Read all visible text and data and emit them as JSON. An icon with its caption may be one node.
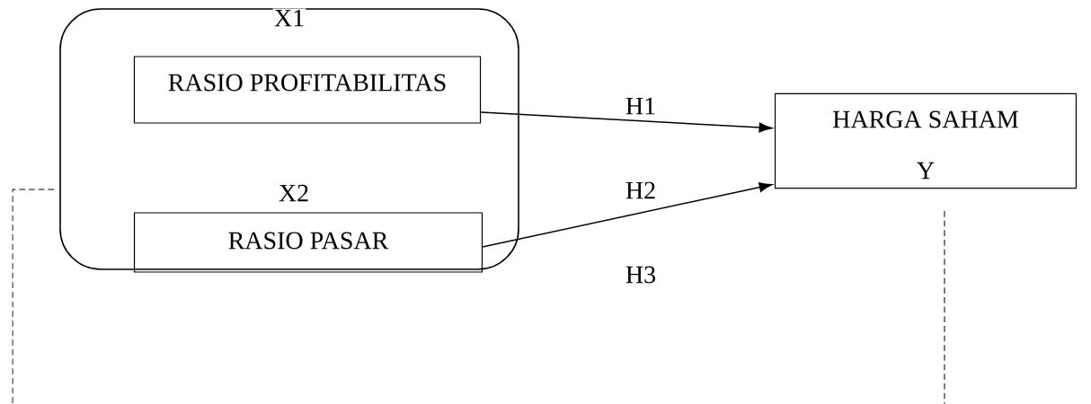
{
  "diagram": {
    "nodes": [
      {
        "text": [
          "X1"
        ]
      },
      {
        "text": [
          "RASIO PROFITABILITAS"
        ],
        "in": 0
      },
      {
        "text": [
          "RASIO PASAR"
        ],
        "beside": [
          "X2"
        ],
        "in": 0
      },
      {
        "text": [
          "HARGA SAHAM",
          "Y"
        ]
      }
    ],
    "edges": [
      {
        "from": 1,
        "to": 3,
        "arrow": "to",
        "label": "H1"
      },
      {
        "from": 2,
        "to": 3,
        "arrow": "to",
        "label": "H2"
      }
    ],
    "labels": [
      "H3"
    ]
  }
}
